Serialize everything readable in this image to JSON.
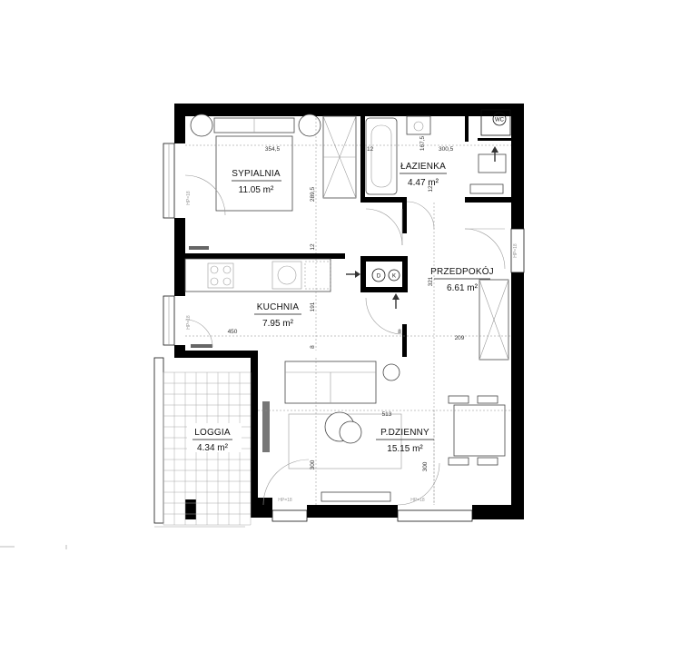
{
  "rooms": {
    "sypialnia": {
      "name": "SYPIALNIA",
      "area": "11.05 m²"
    },
    "lazienka": {
      "name": "ŁAZIENKA",
      "area": "4.47 m²"
    },
    "przedpokoj": {
      "name": "PRZEDPOKÓJ",
      "area": "6.61 m²"
    },
    "kuchnia": {
      "name": "KUCHNIA",
      "area": "7.95 m²"
    },
    "pdzienny": {
      "name": "P.DZIENNY",
      "area": "15.15 m²"
    },
    "loggia": {
      "name": "LOGGIA",
      "area": "4.34 m²"
    }
  },
  "dimensions": {
    "d354": "354,5",
    "d289": "289,5",
    "d12a": "12",
    "d167": "167,5",
    "d300a": "300,5",
    "d12b": "12",
    "d12c": "12",
    "d321": "321",
    "d191": "191",
    "d450": "450",
    "d8a": "8",
    "d8b": "8",
    "d209": "209",
    "d513": "513",
    "d300b": "300",
    "d300c": "300"
  },
  "symbols": {
    "wc": "WC",
    "d": "D",
    "k": "K"
  },
  "hp_labels": {
    "hp1": "HP=18",
    "hp2": "HP=18",
    "hp3": "HP=18",
    "hp4": "HP=18",
    "hp5": "HP=18"
  }
}
